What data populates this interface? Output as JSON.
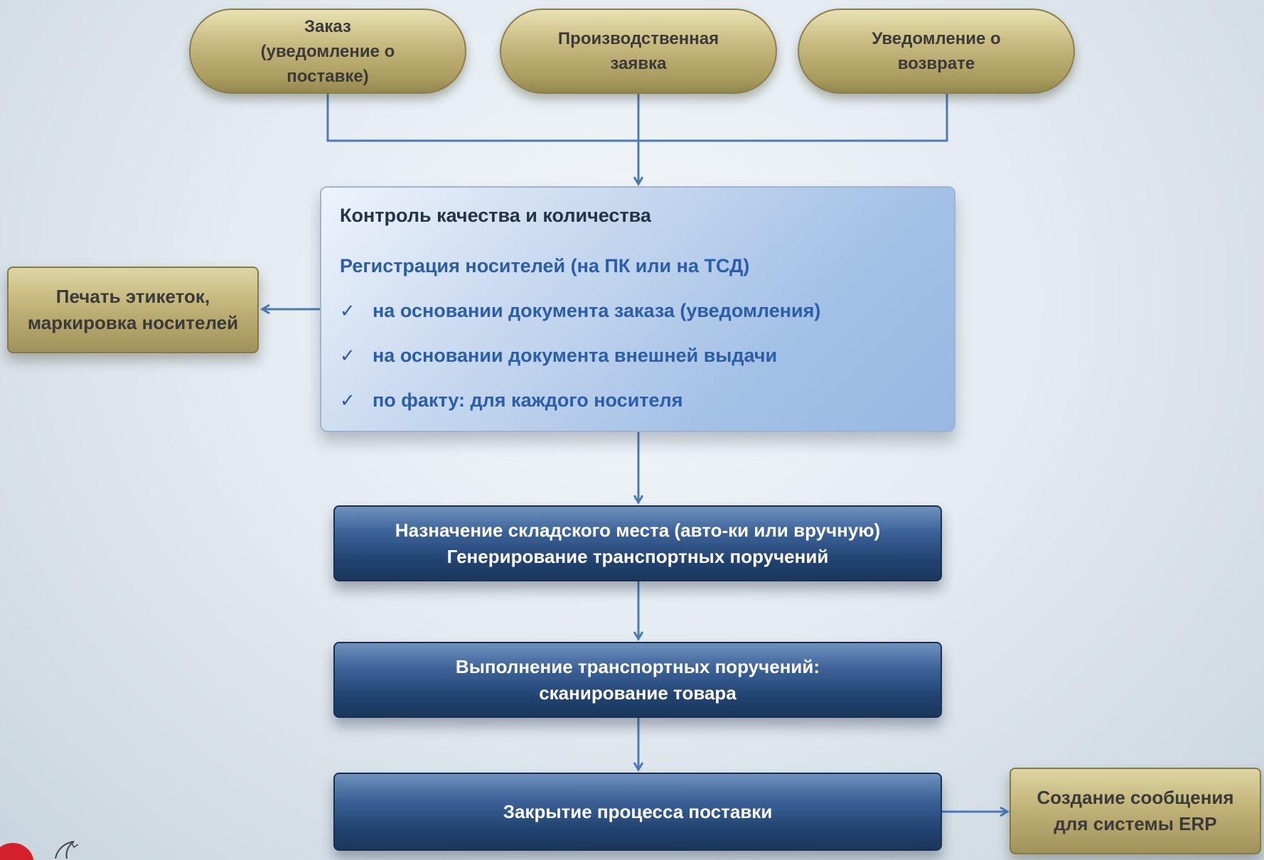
{
  "sources": {
    "order": "Заказ\n(уведомление о\nпоставке)",
    "production_request": "Производственная\nзаявка",
    "return_notice": "Уведомление о\nвозврате"
  },
  "quality_control": {
    "title": "Контроль качества и количества",
    "registration": "Регистрация носителей (на ПК или на ТСД)",
    "check_symbol": "✓",
    "items": [
      "на основании документа заказа (уведомления)",
      "на основании документа внешней выдачи",
      "по факту:  для каждого носителя"
    ]
  },
  "label_printing": "Печать этикеток,\nмаркировка носителей",
  "steps": {
    "assignment": "Назначение складского места (авто-ки или вручную)\nГенерирование транспортных поручений",
    "execution": "Выполнение транспортных поручений:\nсканирование товара",
    "closing": "Закрытие процесса поставки"
  },
  "erp_message": "Создание сообщения\nдля системы ERP",
  "colors": {
    "connector": "#4a7ab8",
    "gold": "#c2b477",
    "dark_blue": "#21426f",
    "light_blue": "#a4c1e6"
  }
}
